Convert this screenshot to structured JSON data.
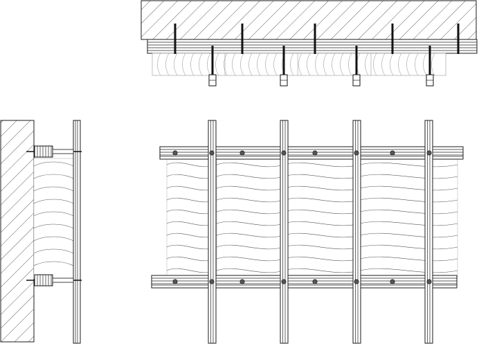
{
  "diagram": {
    "type": "technical-drawing",
    "subject": "cladding-board-mounting-detail",
    "views": [
      {
        "name": "top-section-view",
        "parts": [
          "hatched-wall",
          "horizontal-batten",
          "cladding-boards",
          "fasteners"
        ]
      },
      {
        "name": "side-section-view",
        "parts": [
          "hatched-wall",
          "vertical-batten",
          "insulation-boards",
          "anchor-bolts"
        ]
      },
      {
        "name": "front-elevation-view",
        "parts": [
          "horizontal-battens",
          "vertical-battens",
          "wood-boards",
          "screws"
        ]
      }
    ],
    "colors": {
      "line": "#1a1a1a",
      "background": "#ffffff",
      "wood_grain": "#555555"
    },
    "counts": {
      "front_vertical_battens": 4,
      "front_horizontal_battens": 2,
      "top_fasteners_long": 5,
      "top_fasteners_short": 4
    }
  }
}
